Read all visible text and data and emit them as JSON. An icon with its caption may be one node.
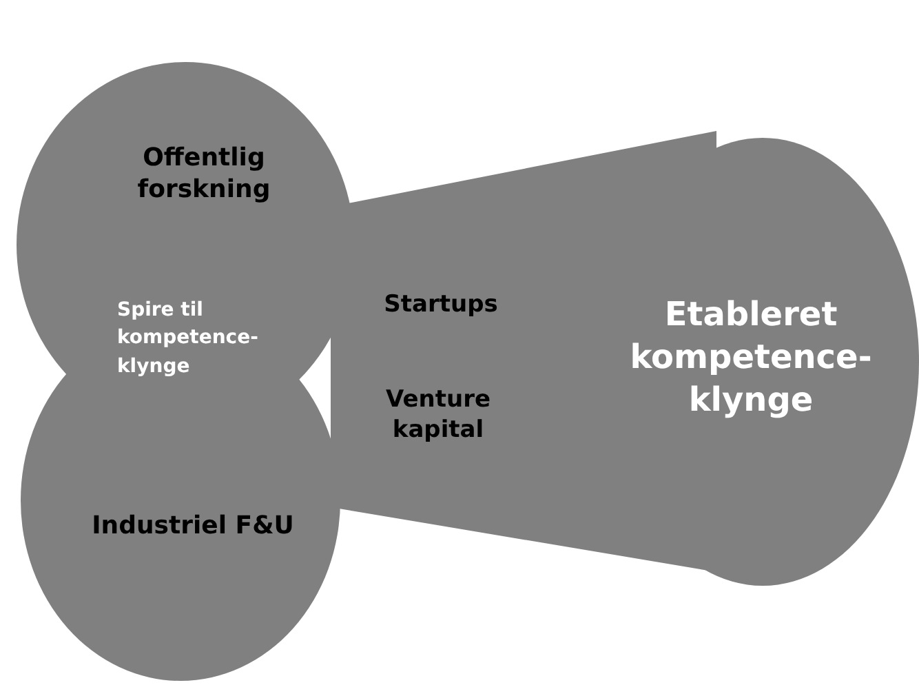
{
  "diagram": {
    "nodes": [
      {
        "text": [
          "Offentlig forskning"
        ]
      },
      {
        "text": [
          "Industriel F&U"
        ]
      },
      {
        "text": [
          "Startups",
          "Venture kapital"
        ]
      },
      {
        "text": [
          "Etableret kompetence-klynge"
        ]
      }
    ],
    "edges": [],
    "labels": [
      "Spire til kompetence-klynge"
    ]
  }
}
